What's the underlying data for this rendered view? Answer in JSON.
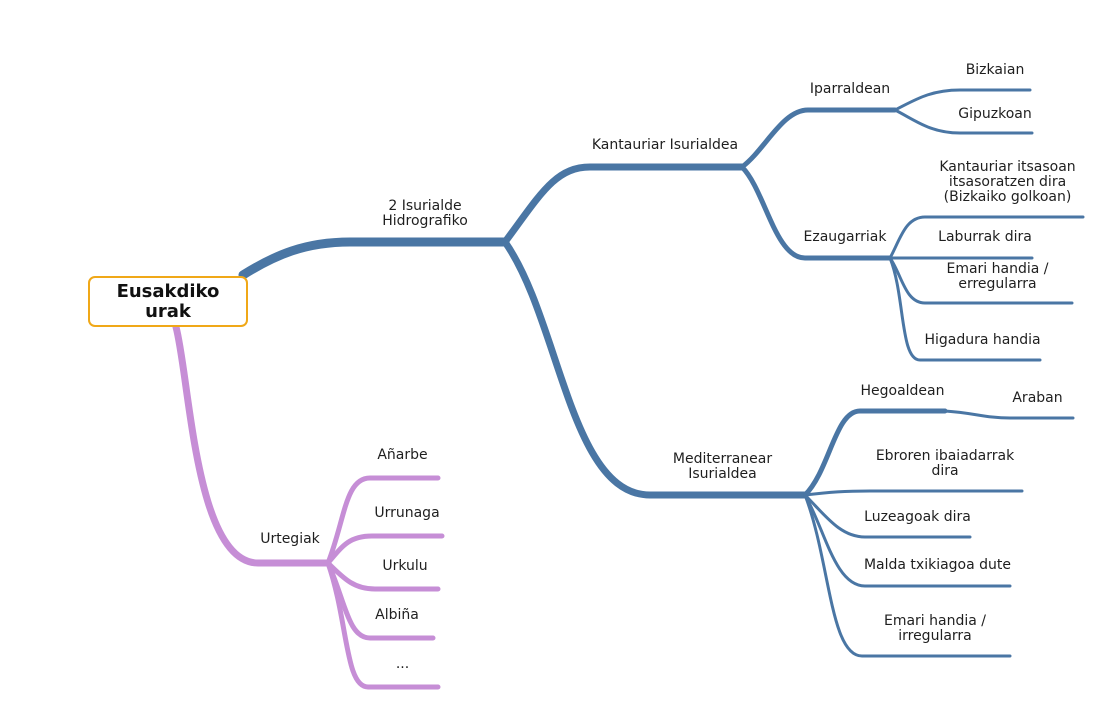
{
  "colors": {
    "blue": "#4a76a4",
    "purple": "#c68ed6",
    "root_border": "#f0a818"
  },
  "root": {
    "label": "Eusakdiko\nurak"
  },
  "nodes": {
    "isurialde": "2  Isurialde\nHidrografiko",
    "kantauriar": "Kantauriar Isurialdea",
    "iparraldean": "Iparraldean",
    "bizkaian": "Bizkaian",
    "gipuzkoan": "Gipuzkoan",
    "ezaugarriak": "Ezaugarriak",
    "kantauriar_itsasoan": "Kantauriar  itsasoan\nitsasoratzen  dira\n(Bizkaiko  golkoan)",
    "laburrak": "Laburrak dira",
    "emari_erregularra": "Emari  handia  /\nerregularra",
    "higadura": "Higadura handia",
    "mediterranear": "Mediterranear\nIsurialdea",
    "hegoaldean": "Hegoaldean",
    "araban": "Araban",
    "ebroren": "Ebroren  ibaiadarrak\ndira",
    "luzeagoak": "Luzeagoak dira",
    "malda": "Malda txikiagoa dute",
    "emari_irregularra": "Emari  handia  /\nirregularra",
    "urtegiak": "Urtegiak",
    "anarbe": "Añarbe",
    "urrunaga": "Urrunaga",
    "urkulu": "Urkulu",
    "albina": "Albiña",
    "ellipsis": "..."
  }
}
